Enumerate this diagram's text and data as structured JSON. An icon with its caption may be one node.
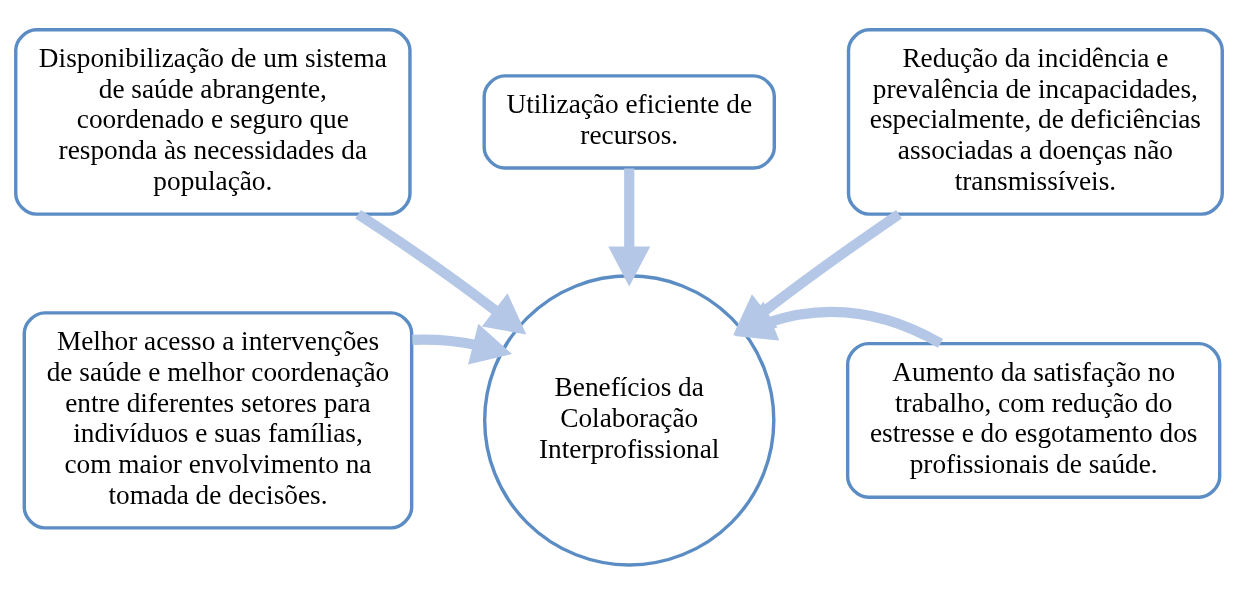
{
  "diagram": {
    "nodes": [
      {
        "text": [
          "Disponibilização de um sistema de saúde abrangente, coordenado e seguro que responda às necessidades da população."
        ]
      },
      {
        "text": [
          "Utilização eficiente de recursos."
        ]
      },
      {
        "text": [
          "Redução da incidência e prevalência de incapacidades, especialmente, de deficiências associadas a doenças não transmissíveis."
        ]
      },
      {
        "text": [
          "Melhor acesso a intervenções de saúde e melhor coordenação entre diferentes setores para indivíduos e suas famílias, com maior envolvimento na tomada de decisões."
        ]
      },
      {
        "text": [
          "Benefícios da Colaboração Interprofissional"
        ]
      },
      {
        "text": [
          "Aumento da satisfação no trabalho, com redução do estresse e do esgotamento dos profissionais de saúde."
        ]
      }
    ],
    "edges": [
      {
        "from": 0,
        "to": 4,
        "arrow": "to"
      },
      {
        "from": 1,
        "to": 4,
        "arrow": "to"
      },
      {
        "from": 2,
        "to": 4,
        "arrow": "to"
      },
      {
        "from": 3,
        "to": 4,
        "arrow": "to"
      },
      {
        "from": 5,
        "to": 4,
        "arrow": "to"
      }
    ]
  }
}
